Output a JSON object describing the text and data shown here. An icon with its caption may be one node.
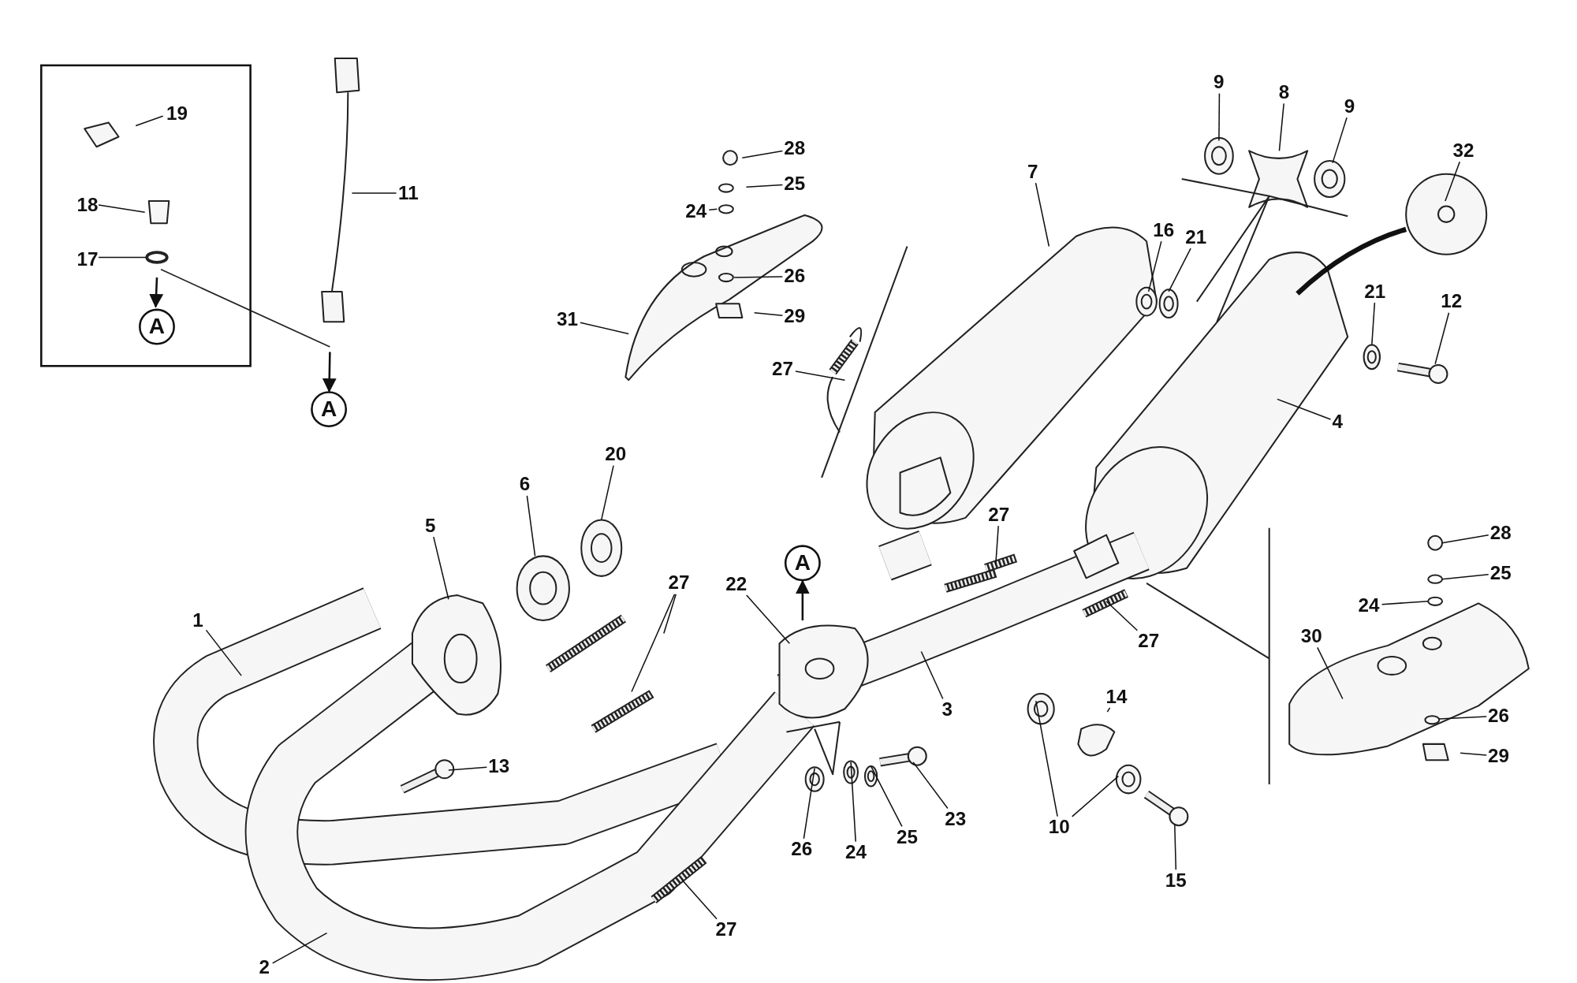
{
  "diagram": {
    "nodes": [
      {
        "text": [],
        "shape": "box"
      },
      {
        "text": [
          "19"
        ],
        "in": 0
      },
      {
        "text": [
          "18"
        ],
        "in": 0
      },
      {
        "text": [
          "17"
        ],
        "in": 0
      },
      {
        "text": [
          "A"
        ],
        "in": 0
      },
      {
        "text": [
          "11"
        ]
      },
      {
        "text": [
          "A"
        ]
      },
      {
        "text": [
          "28"
        ]
      },
      {
        "text": [
          "25"
        ]
      },
      {
        "text": [
          "24"
        ]
      },
      {
        "text": [
          "26"
        ]
      },
      {
        "text": [
          "29"
        ]
      },
      {
        "text": [
          "31"
        ]
      },
      {
        "text": [
          "7"
        ]
      },
      {
        "text": [
          "9"
        ]
      },
      {
        "text": [
          "8"
        ]
      },
      {
        "text": [
          "9"
        ]
      },
      {
        "text": [
          "32"
        ]
      },
      {
        "text": [
          "16"
        ]
      },
      {
        "text": [
          "21"
        ]
      },
      {
        "text": [
          "21"
        ]
      },
      {
        "text": [
          "12"
        ]
      },
      {
        "text": [
          "4"
        ]
      },
      {
        "text": [
          "27"
        ]
      },
      {
        "text": [
          "20"
        ]
      },
      {
        "text": [
          "6"
        ]
      },
      {
        "text": [
          "5"
        ]
      },
      {
        "text": [
          "27"
        ]
      },
      {
        "text": [
          "22"
        ]
      },
      {
        "text": [
          "A"
        ]
      },
      {
        "text": [
          "27"
        ]
      },
      {
        "text": [
          "28"
        ]
      },
      {
        "text": [
          "25"
        ]
      },
      {
        "text": [
          "24"
        ]
      },
      {
        "text": [
          "30"
        ]
      },
      {
        "text": [
          "1"
        ]
      },
      {
        "text": [
          "3"
        ]
      },
      {
        "text": [
          "27"
        ]
      },
      {
        "text": [
          "14"
        ]
      },
      {
        "text": [
          "26"
        ]
      },
      {
        "text": [
          "29"
        ]
      },
      {
        "text": [
          "13"
        ]
      },
      {
        "text": [
          "23"
        ]
      },
      {
        "text": [
          "26"
        ]
      },
      {
        "text": [
          "24"
        ]
      },
      {
        "text": [
          "25"
        ]
      },
      {
        "text": [
          "10"
        ]
      },
      {
        "text": [
          "15"
        ]
      },
      {
        "text": [
          "27"
        ]
      },
      {
        "text": [
          "2"
        ]
      }
    ],
    "edges": [
      {
        "from": 1,
        "to": null,
        "arrow": "none"
      },
      {
        "from": 2,
        "to": null,
        "arrow": "none"
      },
      {
        "from": 3,
        "to": null,
        "arrow": "none"
      },
      {
        "from": null,
        "to": 4,
        "arrow": "to"
      },
      {
        "from": 5,
        "to": null,
        "arrow": "none"
      },
      {
        "from": null,
        "to": 6,
        "arrow": "to"
      },
      {
        "from": 7,
        "to": null,
        "arrow": "none"
      },
      {
        "from": 8,
        "to": null,
        "arrow": "none"
      },
      {
        "from": 9,
        "to": null,
        "arrow": "none"
      },
      {
        "from": 10,
        "to": null,
        "arrow": "none"
      },
      {
        "from": 11,
        "to": null,
        "arrow": "none"
      },
      {
        "from": 12,
        "to": null,
        "arrow": "none"
      },
      {
        "from": 13,
        "to": null,
        "arrow": "none"
      },
      {
        "from": 14,
        "to": null,
        "arrow": "none"
      },
      {
        "from": 15,
        "to": null,
        "arrow": "none"
      },
      {
        "from": 16,
        "to": null,
        "arrow": "none"
      },
      {
        "from": 17,
        "to": null,
        "arrow": "none"
      },
      {
        "from": 18,
        "to": null,
        "arrow": "none"
      },
      {
        "from": 19,
        "to": null,
        "arrow": "none"
      },
      {
        "from": 20,
        "to": null,
        "arrow": "none"
      },
      {
        "from": 21,
        "to": null,
        "arrow": "none"
      },
      {
        "from": 22,
        "to": null,
        "arrow": "none"
      },
      {
        "from": 23,
        "to": null,
        "arrow": "none"
      },
      {
        "from": 24,
        "to": null,
        "arrow": "none"
      },
      {
        "from": 25,
        "to": null,
        "arrow": "none"
      },
      {
        "from": 26,
        "to": null,
        "arrow": "none"
      },
      {
        "from": 27,
        "to": null,
        "arrow": "none"
      },
      {
        "from": 27,
        "to": null,
        "arrow": "none"
      },
      {
        "from": 28,
        "to": null,
        "arrow": "none"
      },
      {
        "from": null,
        "to": 29,
        "arrow": "to"
      },
      {
        "from": 30,
        "to": null,
        "arrow": "none"
      },
      {
        "from": 31,
        "to": null,
        "arrow": "none"
      },
      {
        "from": 32,
        "to": null,
        "arrow": "none"
      },
      {
        "from": 33,
        "to": null,
        "arrow": "none"
      },
      {
        "from": 34,
        "to": null,
        "arrow": "none"
      },
      {
        "from": 35,
        "to": null,
        "arrow": "none"
      },
      {
        "from": 36,
        "to": null,
        "arrow": "none"
      },
      {
        "from": 37,
        "to": null,
        "arrow": "none"
      },
      {
        "from": 38,
        "to": null,
        "arrow": "none"
      },
      {
        "from": 39,
        "to": null,
        "arrow": "none"
      },
      {
        "from": 40,
        "to": null,
        "arrow": "none"
      },
      {
        "from": 41,
        "to": null,
        "arrow": "none"
      },
      {
        "from": 42,
        "to": null,
        "arrow": "none"
      },
      {
        "from": 43,
        "to": null,
        "arrow": "none"
      },
      {
        "from": 44,
        "to": null,
        "arrow": "none"
      },
      {
        "from": 45,
        "to": null,
        "arrow": "none"
      },
      {
        "from": 46,
        "to": null,
        "arrow": "none"
      },
      {
        "from": 46,
        "to": null,
        "arrow": "none"
      },
      {
        "from": 47,
        "to": null,
        "arrow": "none"
      },
      {
        "from": 48,
        "to": null,
        "arrow": "none"
      },
      {
        "from": 49,
        "to": null,
        "arrow": "none"
      }
    ]
  }
}
